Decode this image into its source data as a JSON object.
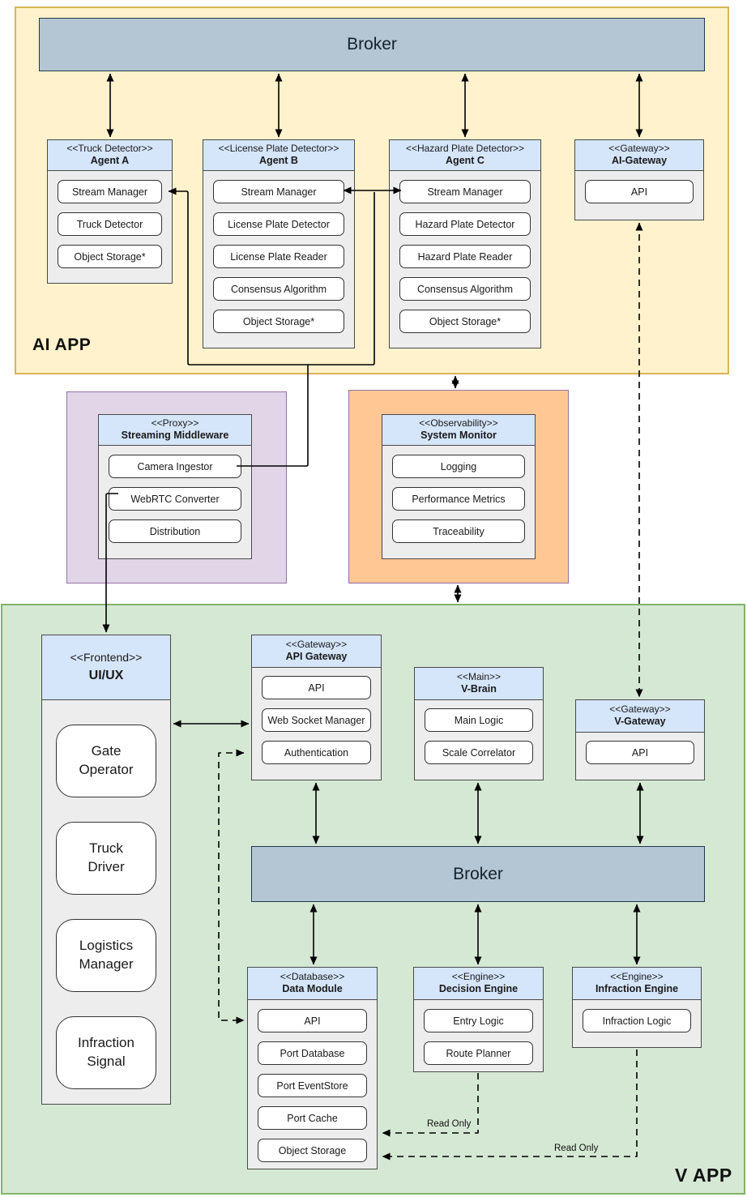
{
  "regions": {
    "ai_app": {
      "label": "AI APP"
    },
    "v_app": {
      "label": "V APP"
    }
  },
  "brokers": {
    "top": {
      "label": "Broker"
    },
    "bottom": {
      "label": "Broker"
    }
  },
  "modules": {
    "agent_a": {
      "stereotype": "<<Truck Detector>>",
      "name": "Agent A",
      "items": [
        "Stream Manager",
        "Truck Detector",
        "Object Storage*"
      ]
    },
    "agent_b": {
      "stereotype": "<<License Plate Detector>>",
      "name": "Agent B",
      "items": [
        "Stream Manager",
        "License Plate Detector",
        "License Plate Reader",
        "Consensus Algorithm",
        "Object Storage*"
      ]
    },
    "agent_c": {
      "stereotype": "<<Hazard Plate Detector>>",
      "name": "Agent C",
      "items": [
        "Stream Manager",
        "Hazard Plate Detector",
        "Hazard Plate Reader",
        "Consensus Algorithm",
        "Object Storage*"
      ]
    },
    "ai_gateway": {
      "stereotype": "<<Gateway>>",
      "name": "AI-Gateway",
      "items": [
        "API"
      ]
    },
    "streaming_middleware": {
      "stereotype": "<<Proxy>>",
      "name": "Streaming Middleware",
      "items": [
        "Camera Ingestor",
        "WebRTC Converter",
        "Distribution"
      ]
    },
    "system_monitor": {
      "stereotype": "<<Observability>>",
      "name": "System Monitor",
      "items": [
        "Logging",
        "Performance Metrics",
        "Traceability"
      ]
    },
    "ui_ux": {
      "stereotype": "<<Frontend>>",
      "name": "UI/UX",
      "items": [
        "Gate Operator",
        "Truck Driver",
        "Logistics Manager",
        "Infraction Signal"
      ]
    },
    "api_gateway": {
      "stereotype": "<<Gateway>>",
      "name": "API Gateway",
      "items": [
        "API",
        "Web Socket Manager",
        "Authentication"
      ]
    },
    "v_brain": {
      "stereotype": "<<Main>>",
      "name": "V-Brain",
      "items": [
        "Main Logic",
        "Scale Correlator"
      ]
    },
    "v_gateway": {
      "stereotype": "<<Gateway>>",
      "name": "V-Gateway",
      "items": [
        "API"
      ]
    },
    "data_module": {
      "stereotype": "<<Database>>",
      "name": "Data Module",
      "items": [
        "API",
        "Port Database",
        "Port EventStore",
        "Port Cache",
        "Object Storage"
      ]
    },
    "decision_engine": {
      "stereotype": "<<Engine>>",
      "name": "Decision Engine",
      "items": [
        "Entry Logic",
        "Route Planner"
      ]
    },
    "infraction_engine": {
      "stereotype": "<<Engine>>",
      "name": "Infraction Engine",
      "items": [
        "Infraction Logic"
      ]
    }
  },
  "edge_labels": {
    "read_only_decision": "Read Only",
    "read_only_infraction": "Read Only"
  },
  "colors": {
    "ai_app_fill": "#fff2cc",
    "ai_app_border": "#d6b656",
    "v_app_fill": "#d5e8d4",
    "v_app_border": "#82b366",
    "proxy_fill": "#e1d5e7",
    "proxy_border": "#9673a6",
    "observability_fill": "#ffc794",
    "observability_border": "#9673a6",
    "broker_fill": "#b4c6d3",
    "broker_border": "#20384e",
    "module_header_fill": "#d5e5fa",
    "module_body_fill": "#ededed",
    "line_color": "#000000"
  }
}
